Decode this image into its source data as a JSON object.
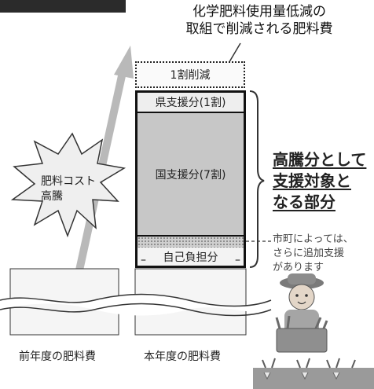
{
  "note": {
    "line1": "化学肥料使用量低減の",
    "line2": "取組で削減される肥料費"
  },
  "cut_label": "1割削減",
  "stack": {
    "prefecture": "県支援分(1割)",
    "national": "国支援分(7割)",
    "self": "自己負担分"
  },
  "burst": {
    "line1": "肥料コスト",
    "line2": "高騰"
  },
  "highlight": {
    "line1": "高騰分として",
    "line2": "支援対象と",
    "line3": "なる部分"
  },
  "side_note": {
    "line1": "市町によっては、",
    "line2": "さらに追加支援",
    "line3": "があります"
  },
  "captions": {
    "previous": "前年度の肥料費",
    "current": "本年度の肥料費"
  }
}
